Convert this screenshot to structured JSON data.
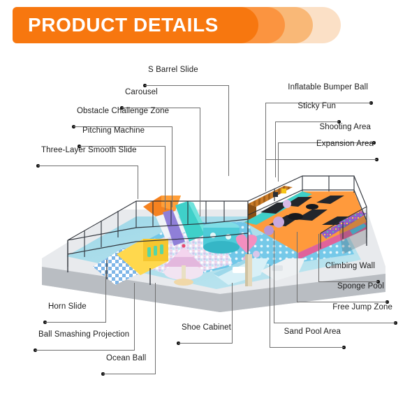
{
  "header": {
    "title": "PRODUCT DETAILS",
    "colors": {
      "layer1": "#f7770f",
      "layer2": "#fb9440",
      "layer3": "#f9b877",
      "layer4": "#fbe0c6",
      "title_color": "#ffffff"
    }
  },
  "illustration": {
    "name": "indoor-playground-3d-render",
    "description": "Isometric 3D render of a large indoor children's playground with metal scaffolding, ball pit, slides, carousel, trampoline park and climbing walls on a light grey raised floor platform"
  },
  "callouts": {
    "left": [
      {
        "id": "s-barrel-slide",
        "label": "S Barrel Slide"
      },
      {
        "id": "carousel",
        "label": "Carousel"
      },
      {
        "id": "obstacle-challenge-zone",
        "label": "Obstacle Challenge Zone"
      },
      {
        "id": "pitching-machine",
        "label": "Pitching Machine"
      },
      {
        "id": "three-layer-smooth-slide",
        "label": "Three-Layer Smooth Slide"
      },
      {
        "id": "horn-slide",
        "label": "Horn Slide"
      },
      {
        "id": "ball-smashing-projection",
        "label": "Ball Smashing Projection"
      },
      {
        "id": "ocean-ball",
        "label": "Ocean Ball"
      },
      {
        "id": "shoe-cabinet",
        "label": "Shoe Cabinet"
      }
    ],
    "right": [
      {
        "id": "inflatable-bumper-ball",
        "label": "Inflatable Bumper Ball"
      },
      {
        "id": "sticky-fun",
        "label": "Sticky Fun"
      },
      {
        "id": "shooting-area",
        "label": "Shooting Area"
      },
      {
        "id": "expansion-area",
        "label": "Expansion Area"
      },
      {
        "id": "climbing-wall",
        "label": "Climbing Wall"
      },
      {
        "id": "sponge-pool",
        "label": "Sponge Pool"
      },
      {
        "id": "free-jump-zone",
        "label": "Free Jump Zone"
      },
      {
        "id": "sand-pool-area",
        "label": "Sand Pool Area"
      }
    ]
  }
}
